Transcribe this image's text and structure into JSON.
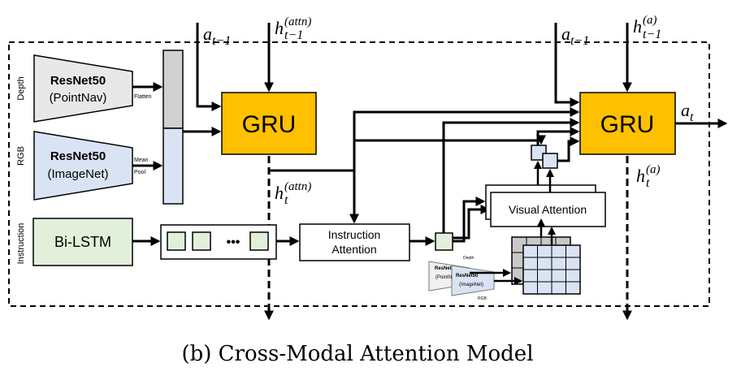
{
  "caption": "(b) Cross-Modal Attention Model",
  "side_labels": {
    "depth": "Depth",
    "rgb": "RGB",
    "instruction": "Instruction"
  },
  "encoders": {
    "depth": {
      "name": "ResNet50",
      "sub": "(PointNav)",
      "out": "Flatten"
    },
    "rgb": {
      "name": "ResNet50",
      "sub": "(ImageNet)",
      "out_top": "Mean",
      "out_bottom": "Pool"
    }
  },
  "bilstm": {
    "label": "Bi-LSTM",
    "ellipsis": "•••"
  },
  "gru_left": {
    "label": "GRU",
    "in_prev_action": {
      "base": "a",
      "sub": "t−1"
    },
    "in_hidden": {
      "base": "h",
      "sup": "(attn)",
      "sub": "t−1"
    },
    "out_hidden": {
      "base": "h",
      "sup": "(attn)",
      "sub": "t"
    }
  },
  "gru_right": {
    "label": "GRU",
    "in_prev_action": {
      "base": "a",
      "sub": "t−1"
    },
    "in_hidden": {
      "base": "h",
      "sup": "(a)",
      "sub": "t−1"
    },
    "out_hidden": {
      "base": "h",
      "sup": "(a)",
      "sub": "t"
    },
    "out_action": {
      "base": "a",
      "sub": "t"
    }
  },
  "instruction_attention": {
    "line1": "Instruction",
    "line2": "Attention"
  },
  "visual_attention": {
    "label": "Visual Attention"
  },
  "mini_encoders": {
    "name": "ResNet50",
    "front_sub": "(ImageNet)",
    "back_sub": "(PointNav)",
    "depth_label": "Depth",
    "rgb_label": "RGB"
  },
  "colors": {
    "gru": "#ffc000",
    "depth_encoder": "#e8e8e8",
    "rgb_encoder": "#dae3f3",
    "bilstm": "#e2efda",
    "attention_cell": "#e2efda",
    "grid": "#dae3f3"
  }
}
